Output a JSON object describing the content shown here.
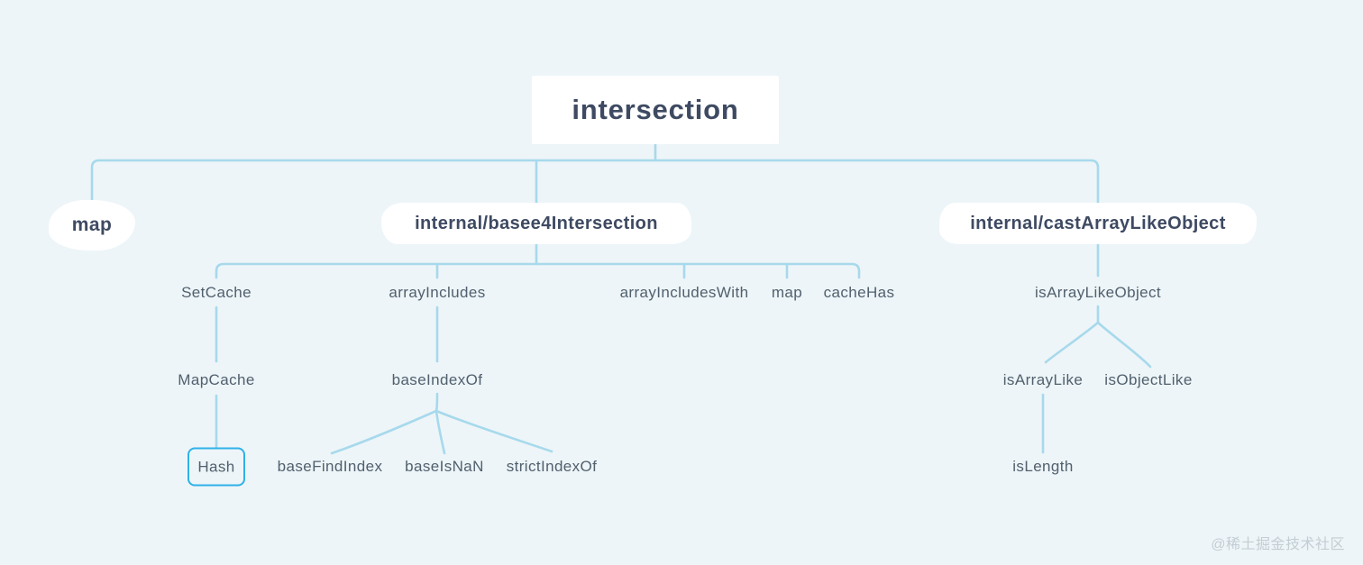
{
  "diagram_title": "intersection dependency mind map",
  "colors": {
    "background": "#edf5f8",
    "connector_line": "#a7d9ec",
    "node_text": "#3e4a62",
    "label_text": "#51606e",
    "highlight_border": "#2fb1e8",
    "watermark_text": "#c3cdd4"
  },
  "nodes": {
    "root": {
      "label": "intersection"
    },
    "map": {
      "label": "map"
    },
    "base_intersection": {
      "label": "internal/basee4Intersection"
    },
    "cast_array_like_object": {
      "label": "internal/castArrayLikeObject"
    },
    "set_cache": {
      "label": "SetCache"
    },
    "array_includes": {
      "label": "arrayIncludes"
    },
    "array_includes_with": {
      "label": "arrayIncludesWith"
    },
    "map_child": {
      "label": "map"
    },
    "cache_has": {
      "label": "cacheHas"
    },
    "is_array_like_object": {
      "label": "isArrayLikeObject"
    },
    "map_cache": {
      "label": "MapCache"
    },
    "base_index_of": {
      "label": "baseIndexOf"
    },
    "is_array_like": {
      "label": "isArrayLike"
    },
    "is_object_like": {
      "label": "isObjectLike"
    },
    "hash": {
      "label": "Hash"
    },
    "base_find_index": {
      "label": "baseFindIndex"
    },
    "base_is_nan": {
      "label": "baseIsNaN"
    },
    "strict_index_of": {
      "label": "strictIndexOf"
    },
    "is_length": {
      "label": "isLength"
    }
  },
  "edges": [
    [
      "intersection",
      "map"
    ],
    [
      "intersection",
      "internal/basee4Intersection"
    ],
    [
      "intersection",
      "internal/castArrayLikeObject"
    ],
    [
      "internal/basee4Intersection",
      "SetCache"
    ],
    [
      "internal/basee4Intersection",
      "arrayIncludes"
    ],
    [
      "internal/basee4Intersection",
      "arrayIncludesWith"
    ],
    [
      "internal/basee4Intersection",
      "map"
    ],
    [
      "internal/basee4Intersection",
      "cacheHas"
    ],
    [
      "SetCache",
      "MapCache"
    ],
    [
      "MapCache",
      "Hash"
    ],
    [
      "arrayIncludes",
      "baseIndexOf"
    ],
    [
      "baseIndexOf",
      "baseFindIndex"
    ],
    [
      "baseIndexOf",
      "baseIsNaN"
    ],
    [
      "baseIndexOf",
      "strictIndexOf"
    ],
    [
      "internal/castArrayLikeObject",
      "isArrayLikeObject"
    ],
    [
      "isArrayLikeObject",
      "isArrayLike"
    ],
    [
      "isArrayLikeObject",
      "isObjectLike"
    ],
    [
      "isArrayLike",
      "isLength"
    ]
  ],
  "watermark": "@稀土掘金技术社区"
}
